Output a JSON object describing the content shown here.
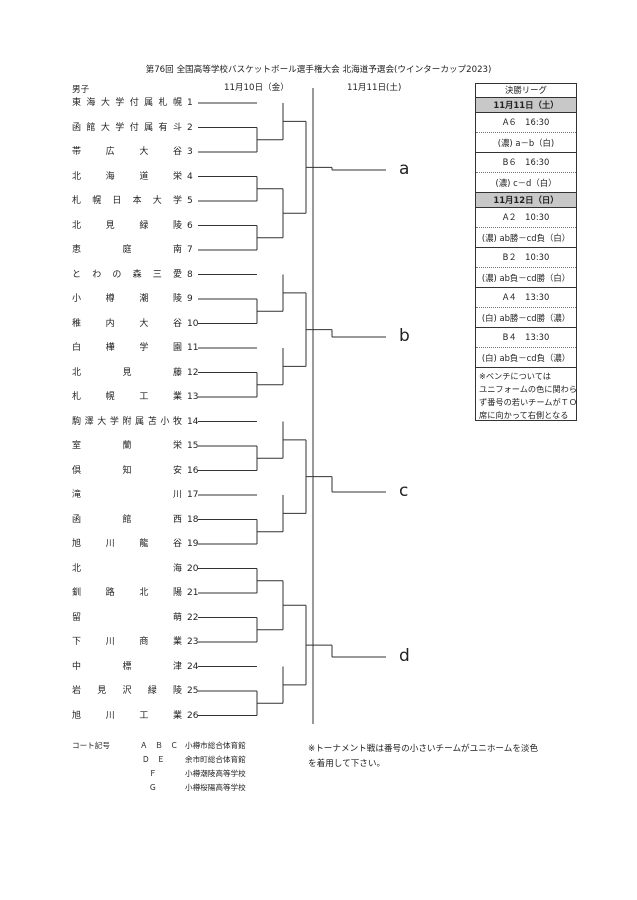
{
  "title": "第76回 全国高等学校バスケットボール選手権大会 北海道予選会(ウインターカップ2023)",
  "gender": "男子",
  "dates": [
    "11月10日（金）",
    "11月11日(土)"
  ],
  "teams": [
    {
      "name": "東海大学付属札幌",
      "num": "1"
    },
    {
      "name": "函館大学付属有斗",
      "num": "2"
    },
    {
      "name": "帯広大谷",
      "num": "3"
    },
    {
      "name": "北海道栄",
      "num": "4"
    },
    {
      "name": "札幌日本大学",
      "num": "5"
    },
    {
      "name": "北見緑陵",
      "num": "6"
    },
    {
      "name": "恵庭南",
      "num": "7"
    },
    {
      "name": "とわの森三愛",
      "num": "8"
    },
    {
      "name": "小樽潮陵",
      "num": "9"
    },
    {
      "name": "稚内大谷",
      "num": "10"
    },
    {
      "name": "白樺学園",
      "num": "11"
    },
    {
      "name": "北見藤",
      "num": "12"
    },
    {
      "name": "札幌工業",
      "num": "13"
    },
    {
      "name": "駒澤大学附属苫小牧",
      "num": "14"
    },
    {
      "name": "室蘭栄",
      "num": "15"
    },
    {
      "name": "倶知安",
      "num": "16"
    },
    {
      "name": "滝川",
      "num": "17"
    },
    {
      "name": "函館西",
      "num": "18"
    },
    {
      "name": "旭川龍谷",
      "num": "19"
    },
    {
      "name": "北海",
      "num": "20"
    },
    {
      "name": "釧路北陽",
      "num": "21"
    },
    {
      "name": "留萌",
      "num": "22"
    },
    {
      "name": "下川商業",
      "num": "23"
    },
    {
      "name": "中標津",
      "num": "24"
    },
    {
      "name": "岩見沢緑陵",
      "num": "25"
    },
    {
      "name": "旭川工業",
      "num": "26"
    }
  ],
  "pools": [
    "a",
    "b",
    "c",
    "d"
  ],
  "league": {
    "title": "決勝リーグ",
    "days": [
      {
        "label": "11月11日（土）",
        "games": [
          {
            "time": "A６　16:30",
            "detail": "(濃) a－b（白)"
          },
          {
            "time": "B６　16:30",
            "detail": "(濃) c－d（白）"
          }
        ]
      },
      {
        "label": "11月12日（日）",
        "games": [
          {
            "time": "A２　10:30",
            "detail": "(濃) ab勝－cd負（白）"
          },
          {
            "time": "B２　10:30",
            "detail": "(濃) ab負－cd勝（白）"
          },
          {
            "time": "A４　13:30",
            "detail": "(白) ab勝－cd勝（濃）"
          },
          {
            "time": "B４　13:30",
            "detail": "(白) ab負－cd負（濃）"
          }
        ]
      }
    ],
    "note": [
      "※ベンチについては",
      "ユニフォームの色に関わら",
      "ず番号の若いチームがＴＯ",
      "席に向かって右側となる"
    ]
  },
  "court": {
    "label": "コート記号",
    "entries": [
      {
        "code": "Ａ　Ｂ　Ｃ",
        "venue": "小樽市総合体育館"
      },
      {
        "code": "Ｄ　Ｅ",
        "venue": "余市町総合体育館"
      },
      {
        "code": "Ｆ",
        "venue": "小樽潮陵高等学校"
      },
      {
        "code": "Ｇ",
        "venue": "小樽桜陽高等学校"
      }
    ]
  },
  "footnote": [
    "※トーナメント戦は番号の小さいチームがユニホームを淡色",
    "を着用して下さい。"
  ],
  "colors": {
    "line": "#333333",
    "day_header_bg": "#c8c8c8"
  }
}
